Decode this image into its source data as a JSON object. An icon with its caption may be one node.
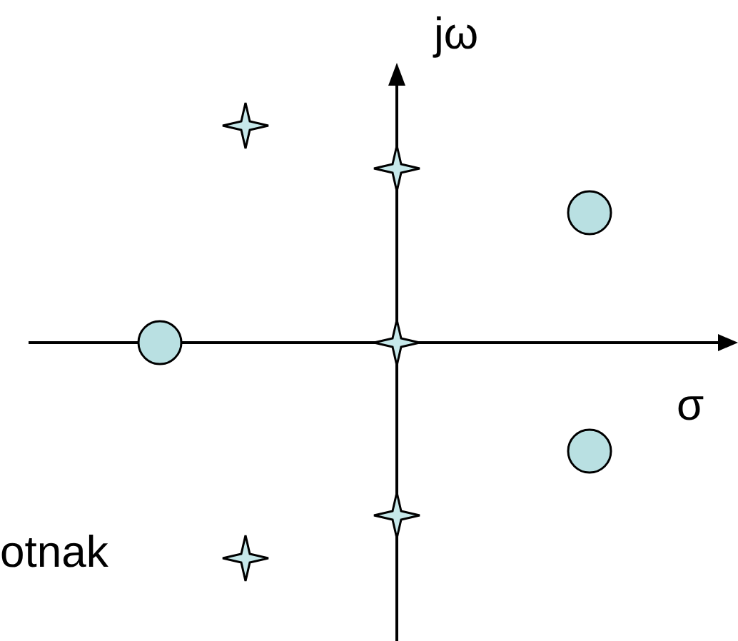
{
  "diagram": {
    "labels": [
      "jω",
      "σ",
      "otnak"
    ]
  }
}
